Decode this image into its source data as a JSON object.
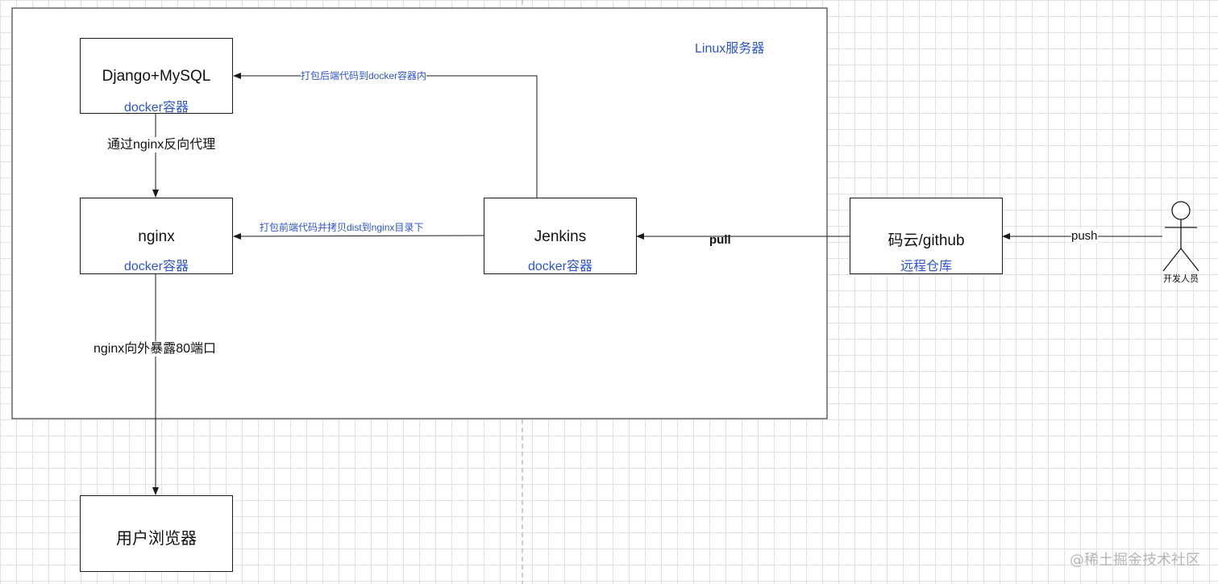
{
  "server": {
    "title": "Linux服务器"
  },
  "nodes": {
    "django": {
      "name": "Django+MySQL",
      "sub": "docker容器"
    },
    "nginx": {
      "name": "nginx",
      "sub": "docker容器"
    },
    "jenkins": {
      "name": "Jenkins",
      "sub": "docker容器"
    },
    "repo": {
      "name": "码云/github",
      "sub": "远程仓库"
    },
    "browser": {
      "name": "用户浏览器"
    }
  },
  "edges": {
    "jenkins_to_django": "打包后端代码到docker容器内",
    "jenkins_to_nginx": "打包前端代码并拷贝dist到nginx目录下",
    "django_to_nginx": "通过nginx反向代理",
    "nginx_to_browser": "nginx向外暴露80端口",
    "repo_to_jenkins": "pull",
    "dev_to_repo": "push"
  },
  "actor": {
    "label": "开发人员"
  },
  "watermark": "@稀土掘金技术社区",
  "colors": {
    "accent": "#2e55c7",
    "stroke": "#1a1a1a",
    "grid": "#e2e2e2"
  }
}
